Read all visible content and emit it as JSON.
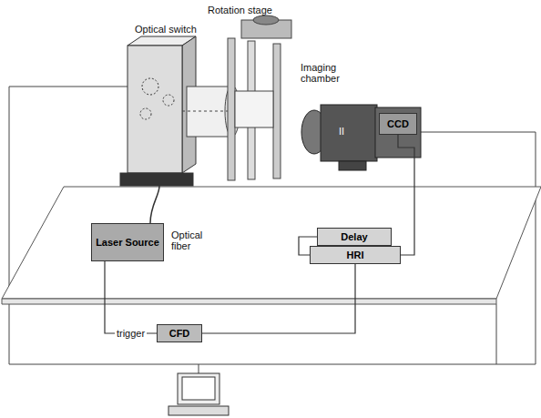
{
  "diagram": {
    "nodes": [
      {
        "text": [
          "Laser Source"
        ]
      },
      {
        "text": [
          "Delay"
        ]
      },
      {
        "text": [
          "HRI"
        ]
      },
      {
        "text": [
          "CFD"
        ]
      },
      {
        "text": [
          "CCD"
        ]
      }
    ],
    "edges": [
      {
        "from": 0,
        "to": 3,
        "label": "trigger",
        "arrow": "none"
      },
      {
        "from": 3,
        "to": 2,
        "arrow": "none"
      },
      {
        "from": 1,
        "to": 2,
        "arrow": "none"
      },
      {
        "from": 2,
        "to": 4,
        "arrow": "none"
      }
    ],
    "labels": [
      "Rotation stage",
      "Optical switch",
      "Imaging chamber",
      "Optical fiber",
      "II"
    ]
  }
}
